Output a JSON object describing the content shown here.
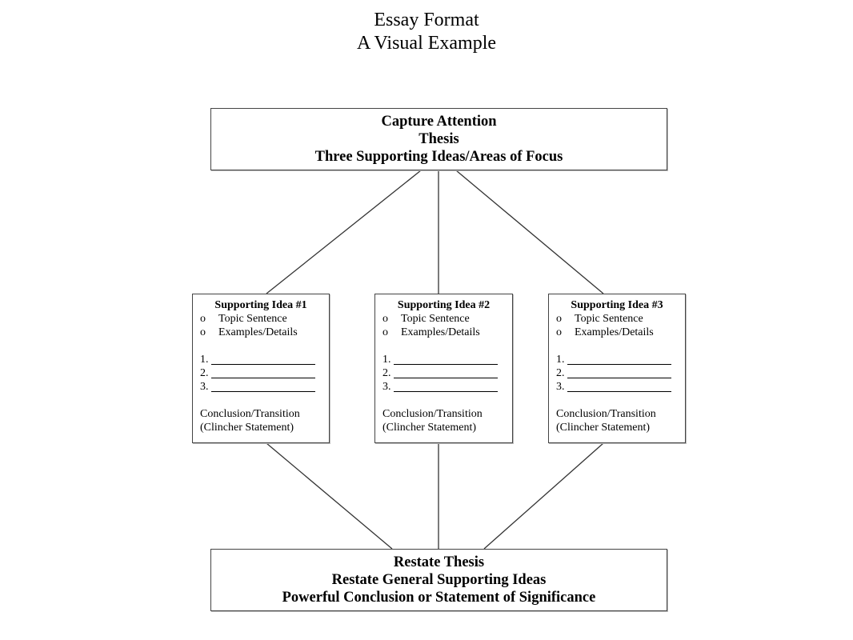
{
  "title": {
    "line1": "Essay Format",
    "line2": "A Visual Example"
  },
  "introduction": {
    "lines": [
      "Capture Attention",
      "Thesis",
      "Three Supporting Ideas/Areas of Focus"
    ]
  },
  "body_paragraphs": [
    {
      "heading": "Supporting Idea #1",
      "bullet_mark": "o",
      "bullets": [
        "Topic Sentence",
        "Examples/Details"
      ],
      "numbers": [
        "1.",
        "2.",
        "3."
      ],
      "closing": [
        "Conclusion/Transition",
        "(Clincher Statement)"
      ]
    },
    {
      "heading": "Supporting Idea #2",
      "bullet_mark": "o",
      "bullets": [
        "Topic Sentence",
        "Examples/Details"
      ],
      "numbers": [
        "1.",
        "2.",
        "3."
      ],
      "closing": [
        "Conclusion/Transition",
        "(Clincher Statement)"
      ]
    },
    {
      "heading": "Supporting Idea #3",
      "bullet_mark": "o",
      "bullets": [
        "Topic Sentence",
        "Examples/Details"
      ],
      "numbers": [
        "1.",
        "2.",
        "3."
      ],
      "closing": [
        "Conclusion/Transition",
        "(Clincher Statement)"
      ]
    }
  ],
  "conclusion": {
    "lines": [
      "Restate Thesis",
      "Restate General Supporting Ideas",
      "Powerful Conclusion or Statement of Significance"
    ]
  }
}
